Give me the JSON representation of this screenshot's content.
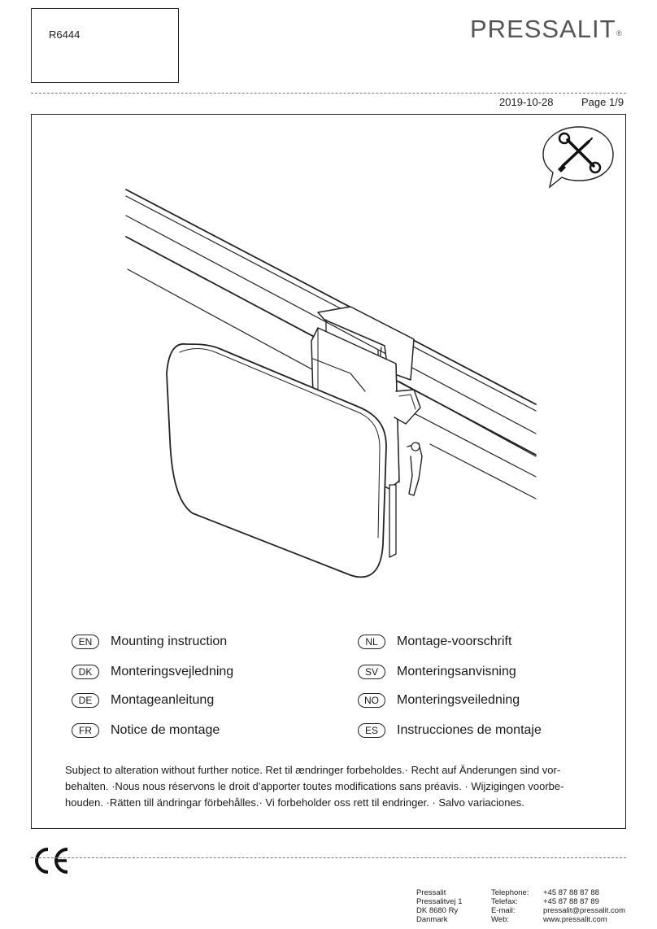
{
  "header": {
    "product_code": "R6444",
    "brand": "PRESSALIT",
    "brand_mark": "®",
    "date": "2019-10-28",
    "page": "Page 1/9"
  },
  "languages": [
    {
      "code": "EN",
      "title": "Mounting instruction"
    },
    {
      "code": "DK",
      "title": "Monteringsvejledning"
    },
    {
      "code": "DE",
      "title": "Montageanleitung"
    },
    {
      "code": "FR",
      "title": "Notice de montage"
    },
    {
      "code": "NL",
      "title": "Montage-voorschrift"
    },
    {
      "code": "SV",
      "title": "Monteringsanvisning"
    },
    {
      "code": "NO",
      "title": "Monteringsveiledning"
    },
    {
      "code": "ES",
      "title": "Instrucciones de montaje"
    }
  ],
  "notice": {
    "lines": [
      "Subject to alteration without further notice. Ret til ændringer forbeholdes.· Recht auf Änderungen sind vor-",
      "behalten. ·Nous nous réservons le droit d’apporter toutes modifications sans préavis. · Wijzigingen voorbe-",
      "houden. ·Rätten till ändringar förbehålles.· Vi forbeholder oss rett til endringer. · Salvo variaciones."
    ]
  },
  "icons": {
    "tools": "wrench-screwdriver-icon",
    "certification": "ce-mark-icon"
  },
  "footer": {
    "address": [
      "Pressalit",
      "Pressalitvej 1",
      "DK 8680 Ry",
      "Danmark"
    ],
    "contact_labels": [
      "Telephone:",
      "Telefax:",
      "E-mail:",
      "Web:"
    ],
    "contact_values": [
      "+45 87 88 87 88",
      "+45 87 88 87 89",
      "pressalit@pressalit.com",
      "www.pressalit.com"
    ]
  }
}
